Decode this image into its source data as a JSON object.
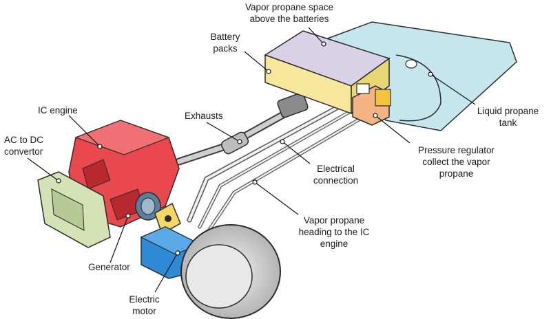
{
  "labels": {
    "vapor_space": [
      "Vapor propane space",
      "above the batteries"
    ],
    "battery_packs": [
      "Battery",
      "packs"
    ],
    "ic_engine": [
      "IC engine"
    ],
    "exhausts": [
      "Exhausts"
    ],
    "ac_dc": [
      "AC to DC",
      "convertor"
    ],
    "liquid_tank": [
      "Liquid propane",
      "tank"
    ],
    "pressure_regulator": [
      "Pressure regulator",
      "collect the vapor",
      "propane"
    ],
    "electrical_connection": [
      "Electrical",
      "connection"
    ],
    "vapor_heading": [
      "Vapor propane",
      "heading to the IC",
      "engine"
    ],
    "generator": [
      "Generator"
    ],
    "electric_motor": [
      "Electric",
      "motor"
    ]
  },
  "colors": {
    "tank": "#c6e6ee",
    "battery_top": "#d9d2e6",
    "battery_side": "#f6e79a",
    "regulator": "#f3b383",
    "engine": "#e8484e",
    "convertor": "#d4e2b6",
    "motor": "#2f8ad6",
    "generator_bracket": "#f4d765",
    "wheel": "#bfbfbf"
  }
}
